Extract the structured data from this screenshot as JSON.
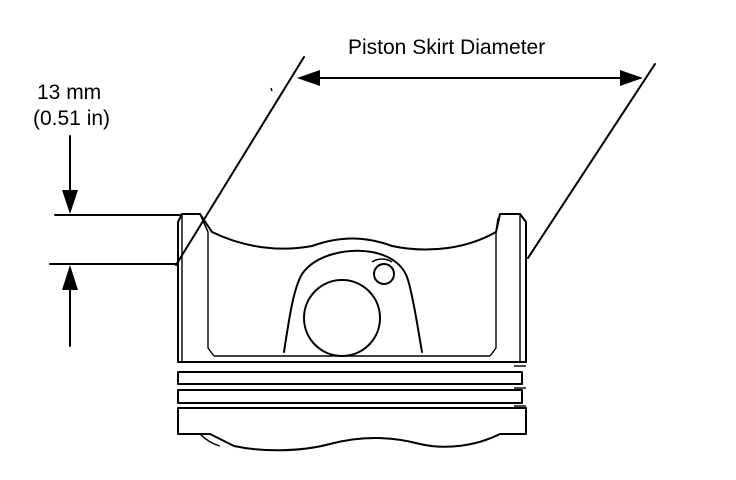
{
  "labels": {
    "skirt_diameter": "Piston Skirt Diameter",
    "offset_metric": "13 mm",
    "offset_imperial": "(0.51 in)"
  },
  "colors": {
    "line": "#000000",
    "background": "#ffffff"
  }
}
